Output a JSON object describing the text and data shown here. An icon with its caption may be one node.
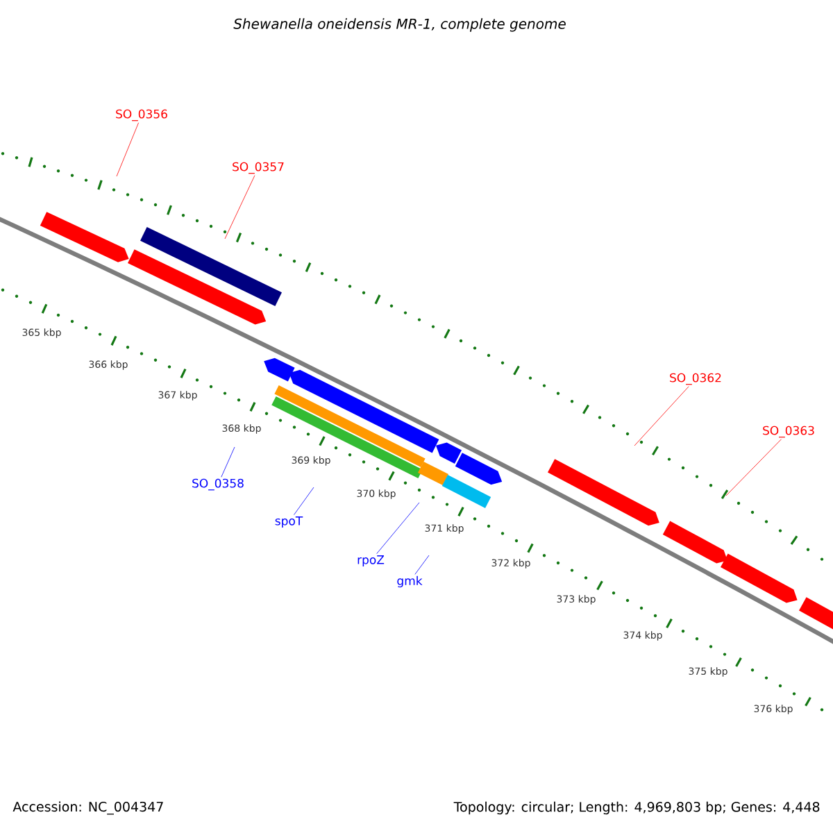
{
  "diagram": {
    "title": "Shewanella oneidensis MR-1, complete genome",
    "nodes": [
      {
        "text": [
          "SO_0356"
        ]
      },
      {
        "text": [
          "SO_0357"
        ]
      },
      {
        "text": [
          "SO_0362"
        ]
      },
      {
        "text": [
          "SO_0363"
        ]
      },
      {
        "text": [
          "SO_0358"
        ]
      },
      {
        "text": [
          "spoT"
        ]
      },
      {
        "text": [
          "rpoZ"
        ]
      },
      {
        "text": [
          "gmk"
        ]
      }
    ],
    "edges": [
      {
        "from": 0,
        "to": null,
        "arrow": "none",
        "color": "#ff0000"
      },
      {
        "from": 1,
        "to": null,
        "arrow": "none",
        "color": "#ff0000"
      },
      {
        "from": 2,
        "to": null,
        "arrow": "none",
        "color": "#ff0000"
      },
      {
        "from": 3,
        "to": null,
        "arrow": "none",
        "color": "#ff0000"
      },
      {
        "from": 4,
        "to": null,
        "arrow": "none",
        "color": "#0000ff"
      },
      {
        "from": 5,
        "to": null,
        "arrow": "none",
        "color": "#0000ff"
      },
      {
        "from": 6,
        "to": null,
        "arrow": "none",
        "color": "#0000ff"
      },
      {
        "from": 7,
        "to": null,
        "arrow": "none",
        "color": "#0000ff"
      }
    ],
    "labels": [
      "365 kbp",
      "366 kbp",
      "367 kbp",
      "368 kbp",
      "369 kbp",
      "370 kbp",
      "371 kbp",
      "372 kbp",
      "373 kbp",
      "374 kbp",
      "375 kbp",
      "376 kbp",
      "Accession: NC_004347",
      "Topology: circular; Length: 4,969,803 bp; Genes: 4,448"
    ]
  }
}
